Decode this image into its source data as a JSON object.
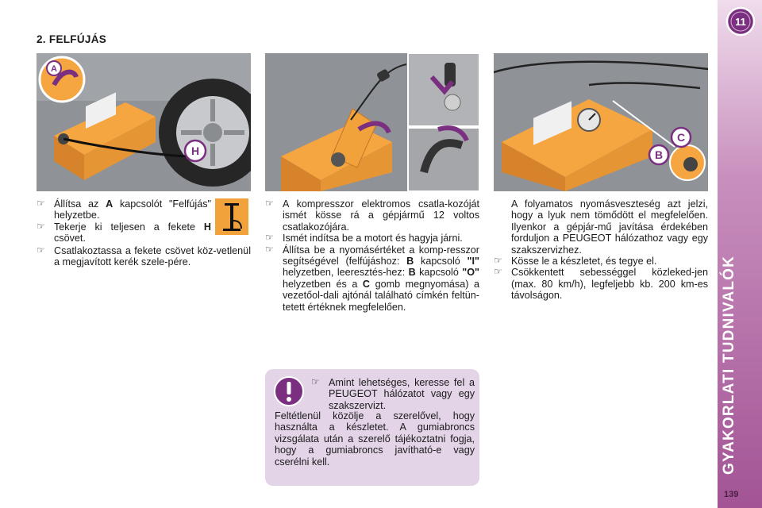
{
  "heading": "2. FELFÚJÁS",
  "sidebar": {
    "chapter_number": "11",
    "title": "GYAKORLATI TUDNIVALÓK",
    "page_number": "139"
  },
  "figure1": {
    "callout_a": "A",
    "callout_h": "H"
  },
  "figure3": {
    "callout_b": "B",
    "callout_c": "C"
  },
  "col1": {
    "b1_pre": "Állítsa az ",
    "b1_bold": "A",
    "b1_post": " kapcsolót \"Felfújás\" helyzetbe.",
    "b2_pre": "Tekerje ki teljesen a fekete ",
    "b2_bold": "H",
    "b2_post": " csövet.",
    "b3": "Csatlakoztassa a fekete csövet köz-vetlenül a megjavított kerék szele-pére."
  },
  "col2": {
    "b1": "A kompresszor elektromos csatla-kozóját ismét kösse rá a gépjármű 12 voltos csatlakozójára.",
    "b2": "Ismét indítsa be a motort és hagyja járni.",
    "b3_t1": "Állítsa be a nyomásértéket a komp-resszor segítségével (felfújáshoz: ",
    "b3_b1": "B",
    "b3_t2": " kapcsoló ",
    "b3_b2": "\"I\"",
    "b3_t3": " helyzetben, leeresztés-hez: ",
    "b3_b3": "B",
    "b3_t4": " kapcsoló ",
    "b3_b4": "\"O\"",
    "b3_t5": " helyzetben és a ",
    "b3_b5": "C",
    "b3_t6": " gomb megnyomása) a vezetőol-dali ajtónál található címkén feltün-tetett értéknek megfelelően."
  },
  "col3": {
    "p1": "A folyamatos nyomásveszteség azt jelzi, hogy a lyuk nem tömődött el megfelelően. Ilyenkor a gépjár-mű javítása érdekében forduljon a PEUGEOT hálózathoz vagy egy szakszervizhez.",
    "b1": "Kösse le a készletet, és tegye el.",
    "b2": "Csökkentett sebességgel közleked-jen (max. 80 km/h), legfeljebb kb. 200 km-es távolságon."
  },
  "warning": {
    "bullet": "Amint lehetséges, keresse fel a PEUGEOT hálózatot vagy egy szakszervizt.",
    "text": "Feltétlenül közölje a szerelővel, hogy használta a készletet. A gumiabroncs vizsgálata után a szerelő tájékoztatni fogja, hogy a gumiabroncs javítható-e vagy cserélni kell."
  }
}
